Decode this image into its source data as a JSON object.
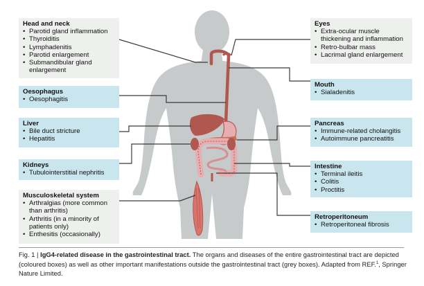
{
  "boxes": {
    "head_neck": {
      "title": "Head and neck",
      "items": [
        "Parotid gland inflammation",
        "Thyroiditis",
        "Lymphadenitis",
        "Parotid enlargement",
        "Submandibular gland enlargement"
      ]
    },
    "oesophagus": {
      "title": "Oesophagus",
      "items": [
        "Oesophagitis"
      ]
    },
    "liver": {
      "title": "Liver",
      "items": [
        "Bile duct stricture",
        "Hepatitis"
      ]
    },
    "kidneys": {
      "title": "Kidneys",
      "items": [
        "Tubulointerstitial nephritis"
      ]
    },
    "musculoskeletal": {
      "title": "Musculoskeletal system",
      "items": [
        "Arthralgias (more common than arthritis)",
        "Arthritis (in a minority of patients only)",
        "Enthesitis (occasionally)"
      ]
    },
    "eyes": {
      "title": "Eyes",
      "items": [
        "Extra-ocular muscle thickening and inflammation",
        "Retro-bulbar mass",
        "Lacrimal gland enlargement"
      ]
    },
    "mouth": {
      "title": "Mouth",
      "items": [
        "Sialadenitis"
      ]
    },
    "pancreas": {
      "title": "Pancreas",
      "items": [
        "Immune-related cholangitis",
        "Autoimmune pancreatitis"
      ]
    },
    "intestine": {
      "title": "Intestine",
      "items": [
        "Terminal ileitis",
        "Colitis",
        "Proctitis"
      ]
    },
    "retroperitoneum": {
      "title": "Retroperitoneum",
      "items": [
        "Retroperitoneal fibrosis"
      ]
    }
  },
  "caption": {
    "figure_label": "Fig. 1 | ",
    "bold_title": "IgG4-related disease in the gastrointestinal tract.",
    "text": " The organs and diseases of the entire gastrointestinal tract are depicted (coloured boxes) as well as other important manifestations outside the gastrointestinal tract (grey boxes). Adapted from REF.",
    "ref": "1",
    "suffix": ", Springer Nature Limited."
  },
  "colors": {
    "gi_box": "#c9e5ee",
    "other_box": "#eef0ee",
    "body_silhouette": "#c7cacb",
    "connector": "#3a3a3a",
    "organ_brown": "#b0574f",
    "organ_pink": "#e6aeb0",
    "muscle": "#d9736b"
  }
}
